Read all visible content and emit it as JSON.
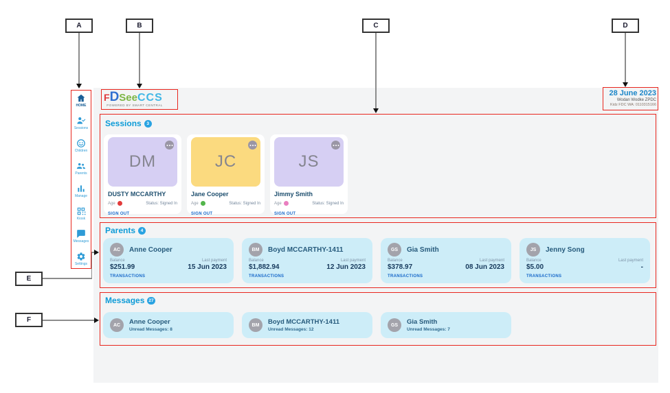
{
  "colors": {
    "annotation_red": "#e8251d",
    "section_title_blue": "#0d9bd7",
    "badge_blue": "#29a3e2",
    "link_blue": "#1667c9",
    "name_navy": "#1d4e6e",
    "card_cyan": "#cdedf8",
    "content_gray": "#f3f4f5",
    "date_blue": "#1c86c8"
  },
  "annotations": {
    "a": "A",
    "b": "B",
    "c": "C",
    "d": "D",
    "e": "E",
    "f": "F"
  },
  "sidebar": {
    "items": [
      {
        "icon": "home-icon",
        "label": "HOME"
      },
      {
        "icon": "sessions-icon",
        "label": "Sessions"
      },
      {
        "icon": "children-icon",
        "label": "Children"
      },
      {
        "icon": "parents-icon",
        "label": "Parents"
      },
      {
        "icon": "manage-icon",
        "label": "Manage"
      },
      {
        "icon": "kiosk-icon",
        "label": "Kiosk"
      },
      {
        "icon": "messages-icon",
        "label": "Messages"
      },
      {
        "icon": "settings-icon",
        "label": "Settings"
      }
    ]
  },
  "header": {
    "logo": {
      "part1": "F",
      "part2": "D",
      "part3": "See",
      "part4": "CCS",
      "tagline": "POWERED BY SMART CENTRAL"
    },
    "date": "28 June 2023",
    "org_line1": "Wodan Wodke ZPDC",
    "org_line2": "Kidz FDC WA: 0110315166"
  },
  "sessions": {
    "title": "Sessions",
    "badge": "3",
    "age_label": "Age",
    "cards": [
      {
        "initials": "DM",
        "name": "DUSTY MCCARTHY",
        "avatar_color": "#d6cff3",
        "age_icon_color": "#e23b3b",
        "status": "Status: Signed In",
        "action": "SIGN OUT"
      },
      {
        "initials": "JC",
        "name": "Jane Cooper",
        "avatar_color": "#fbda7f",
        "age_icon_color": "#52b54b",
        "status": "Status: Signed In",
        "action": "SIGN OUT"
      },
      {
        "initials": "JS",
        "name": "Jimmy Smith",
        "avatar_color": "#d6cff3",
        "age_icon_color": "#ea7fc0",
        "status": "Status: Signed In",
        "action": "SIGN OUT"
      }
    ]
  },
  "parents": {
    "title": "Parents",
    "badge": "4",
    "balance_label": "Balance",
    "last_payment_label": "Last payment",
    "transactions_label": "TRANSACTIONS",
    "cards": [
      {
        "initials": "AC",
        "name": "Anne Cooper",
        "balance": "$251.99",
        "last_payment": "15 Jun 2023"
      },
      {
        "initials": "BM",
        "name": "Boyd MCCARTHY-1411",
        "balance": "$1,882.94",
        "last_payment": "12 Jun 2023"
      },
      {
        "initials": "GS",
        "name": "Gia Smith",
        "balance": "$378.97",
        "last_payment": "08 Jun 2023"
      },
      {
        "initials": "JS",
        "name": "Jenny Song",
        "balance": "$5.00",
        "last_payment": "-"
      }
    ]
  },
  "messages": {
    "title": "Messages",
    "badge": "27",
    "cards": [
      {
        "initials": "AC",
        "name": "Anne Cooper",
        "unread": "Unread Messages: 8"
      },
      {
        "initials": "BM",
        "name": "Boyd MCCARTHY-1411",
        "unread": "Unread Messages: 12"
      },
      {
        "initials": "GS",
        "name": "Gia Smith",
        "unread": "Unread Messages: 7"
      }
    ]
  }
}
